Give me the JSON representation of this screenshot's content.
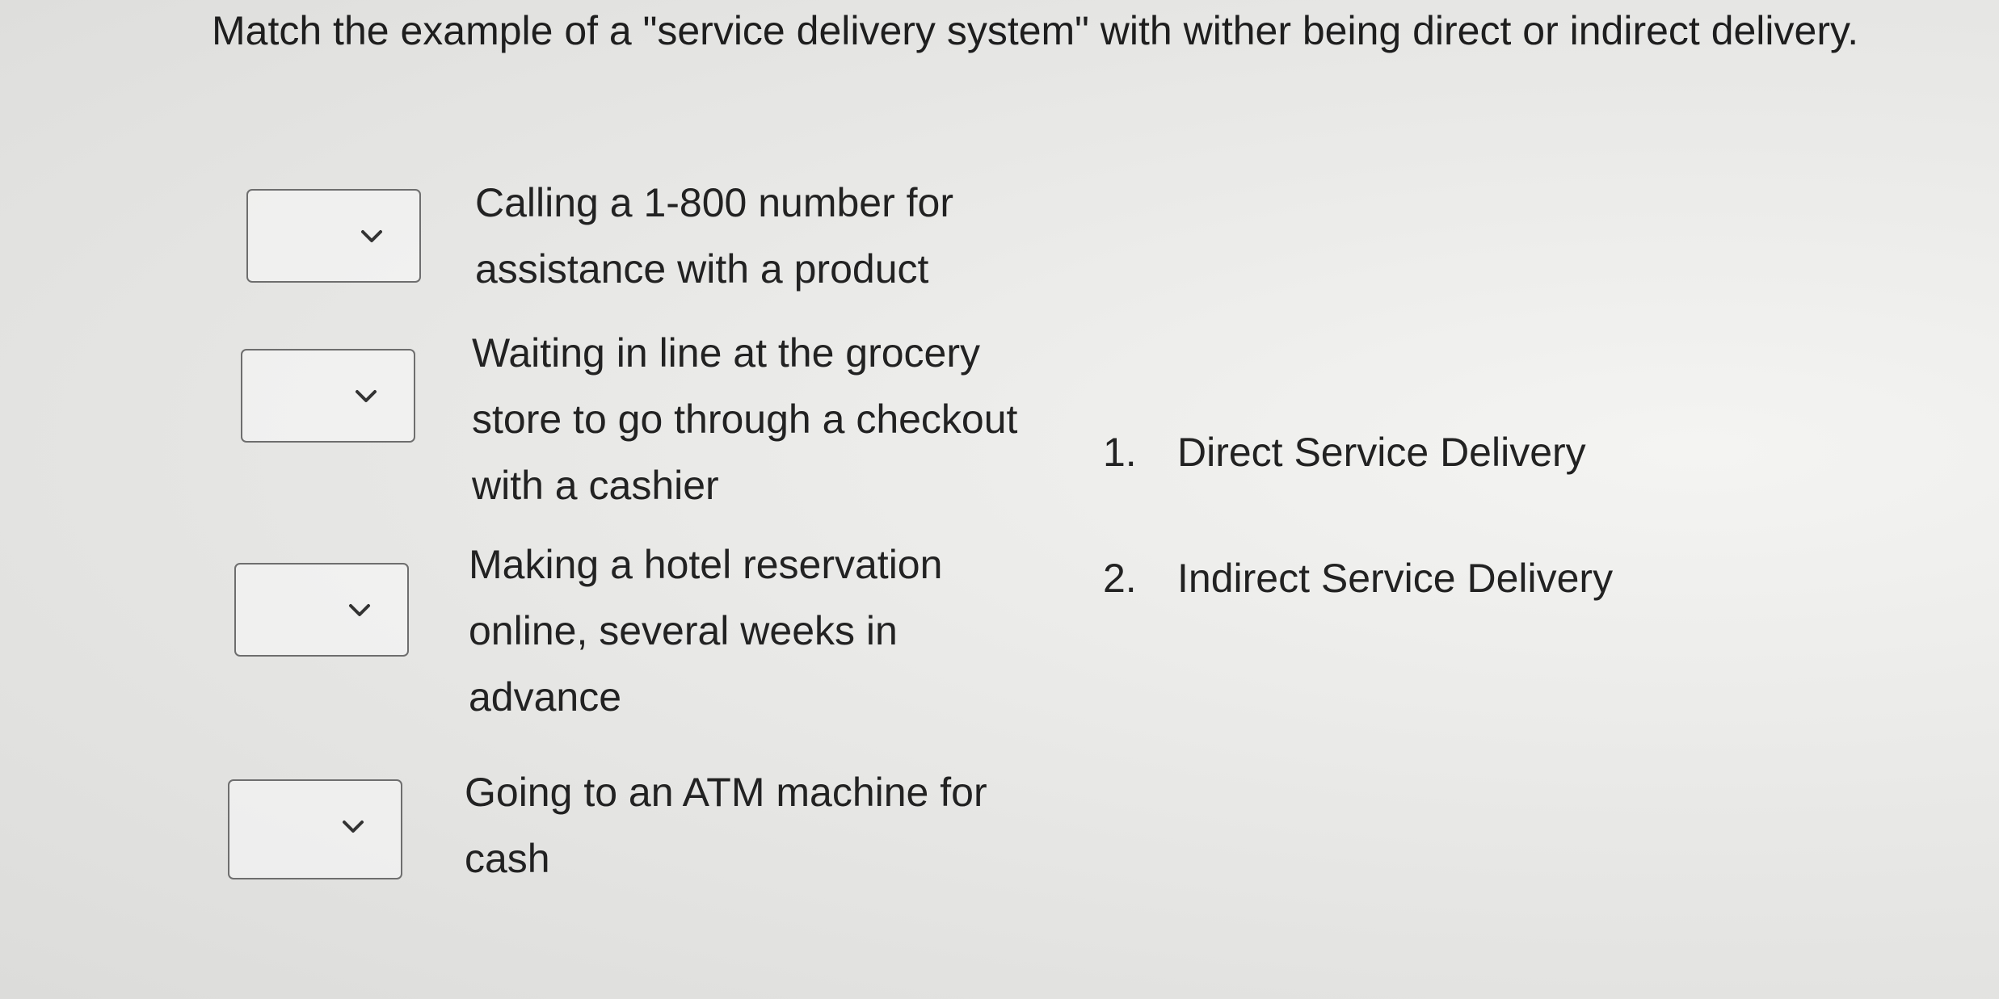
{
  "question": {
    "text": "Match the example of a \"service delivery system\" with wither being direct or indirect delivery."
  },
  "items": [
    {
      "text": "Calling a 1-800 number for assistance with a product",
      "selected": ""
    },
    {
      "text": "Waiting in line at the grocery store to go through a checkout with a cashier",
      "selected": ""
    },
    {
      "text": "Making a hotel reservation online, several weeks in advance",
      "selected": ""
    },
    {
      "text": "Going to an ATM machine for cash",
      "selected": ""
    }
  ],
  "answers": [
    {
      "number": "1.",
      "label": "Direct Service Delivery"
    },
    {
      "number": "2.",
      "label": "Indirect Service Delivery"
    }
  ],
  "icons": {
    "dropdown": "chevron-down-icon"
  }
}
